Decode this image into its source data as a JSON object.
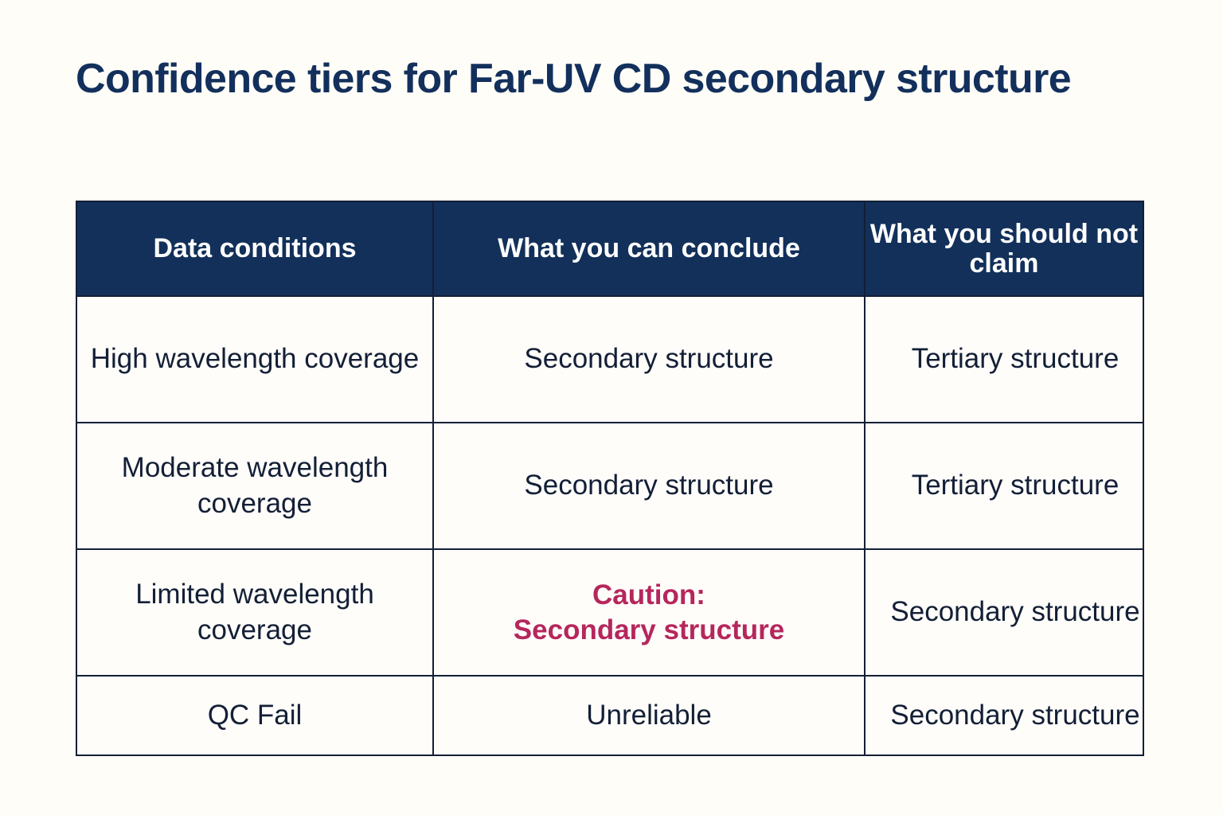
{
  "page": {
    "background_color": "#FFFDF8",
    "title": "Confidence tiers for Far-UV CD secondary structure",
    "title_color": "#13305C",
    "accent_header_color": "#12305A",
    "caution_color": "#B5275C",
    "body_text_color": "#131F36"
  },
  "table": {
    "columns": [
      "Data conditions",
      "What you can conclude",
      "What you should not claim"
    ],
    "rows": [
      {
        "condition": "High wavelength coverage",
        "conclude": "Secondary structure",
        "not_claim": "Tertiary structure",
        "caution": false
      },
      {
        "condition": "Moderate wavelength coverage",
        "conclude": "Secondary structure",
        "not_claim": "Tertiary structure",
        "caution": false
      },
      {
        "condition": "Limited wavelength coverage",
        "conclude_caution_label": "Caution:",
        "conclude_caution_value": "Secondary structure",
        "not_claim": "Secondary structure",
        "caution": true
      },
      {
        "condition": "QC Fail",
        "conclude": "Unreliable",
        "not_claim": "Secondary structure",
        "caution": false
      }
    ]
  }
}
